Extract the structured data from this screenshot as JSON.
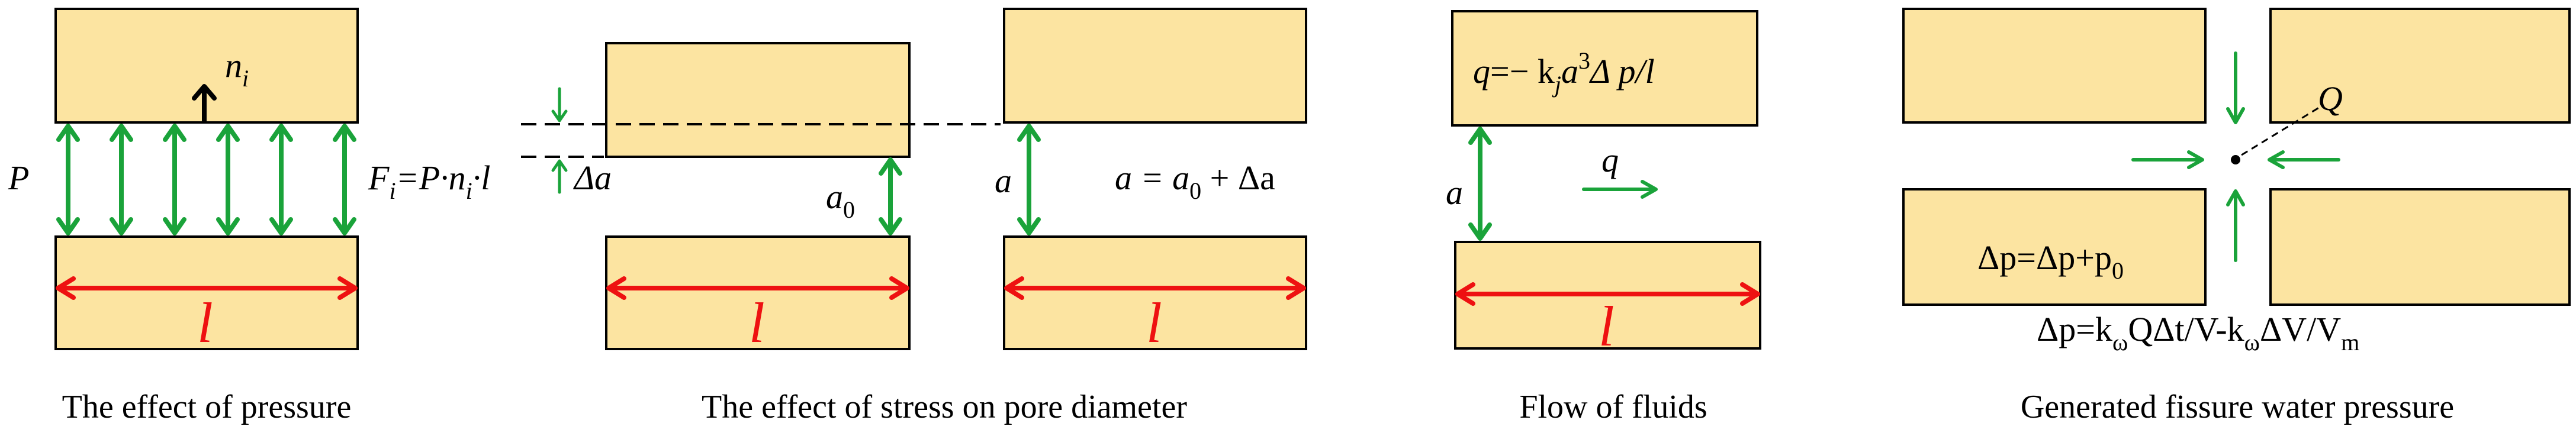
{
  "captions": {
    "p1": "The effect of pressure",
    "p2": "The effect of stress on pore diameter",
    "p3": "Flow of fluids",
    "p4": "Generated fissure water pressure"
  },
  "symbols": {
    "length": "l",
    "pressure": "P",
    "normal_n": "n",
    "normal_sub": "i",
    "force_F": "F",
    "force_sub": "i",
    "force_rhs": "=P·n",
    "force_rhs_sub": "i",
    "force_tail": "·l",
    "delta_a": "Δa",
    "a0_base": "a",
    "a0_sub": "0",
    "aperture": "a",
    "aperture_eq": "a = a",
    "aperture_eq_sub": "0",
    "aperture_eq_tail": " + Δa",
    "flow_q": "q",
    "flow_eq_lhs": "q",
    "flow_eq_mid": "=− k",
    "flow_eq_sub": "j",
    "flow_eq_a": "a",
    "flow_eq_sup": "3",
    "flow_eq_tail": "Δ p/l",
    "source_Q": "Q",
    "dp_update_lhs": "Δp=Δp+p",
    "dp_update_sub": "0",
    "dp_main_1": "Δp=k",
    "dp_main_sub1": "ω",
    "dp_main_2": "QΔt/V-k",
    "dp_main_sub2": "ω",
    "dp_main_3": "ΔV/V",
    "dp_main_sub3": "m"
  },
  "colors": {
    "block_fill": "#fce4a1",
    "green_arrow": "#1aa33a",
    "red_arrow": "#ee1111"
  }
}
